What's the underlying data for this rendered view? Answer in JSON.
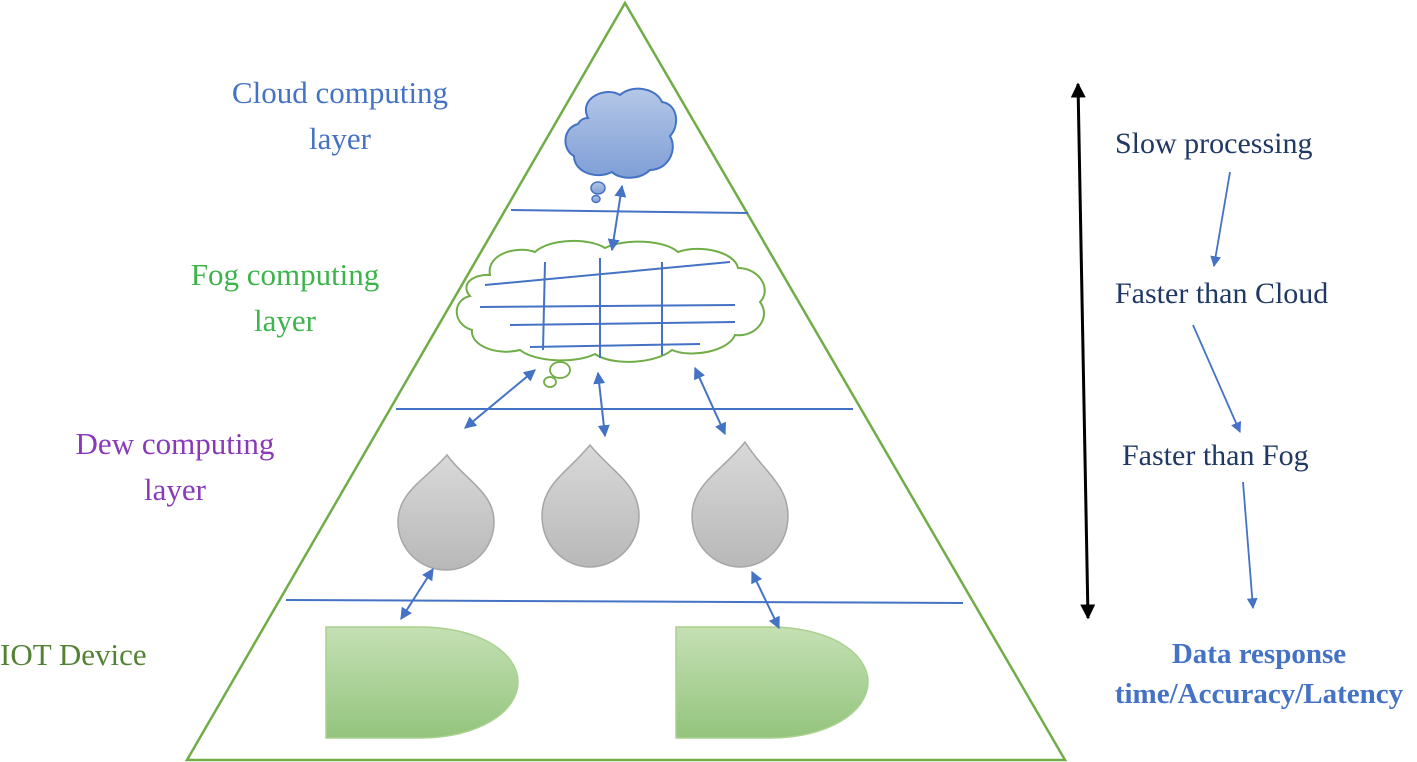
{
  "layers": {
    "cloud": {
      "line1": "Cloud computing",
      "line2": "layer",
      "color": "#4472c4"
    },
    "fog": {
      "line1": "Fog computing",
      "line2": "layer",
      "color": "#3cb44b"
    },
    "dew": {
      "line1": "Dew computing",
      "line2": "layer",
      "color": "#8a3ab9"
    },
    "iot": {
      "label": "IOT Device",
      "color": "#548235"
    }
  },
  "speed_scale": {
    "steps": [
      "Slow processing",
      "Faster than Cloud",
      "Faster than Fog"
    ],
    "text_color": "#1f3864",
    "arrow_color": "#4472c4"
  },
  "metric": {
    "line1": "Data response",
    "line2": "time/Accuracy/Latency",
    "color": "#4472c4"
  },
  "colors": {
    "pyramid_outline": "#70ad47",
    "divider": "#4472c4",
    "connector": "#4472c4",
    "cloud_fill": "#8ea9db",
    "fog_outline": "#70ad47",
    "drop_fill": "#c8c8c8",
    "device_fill": "#a9d18e"
  }
}
